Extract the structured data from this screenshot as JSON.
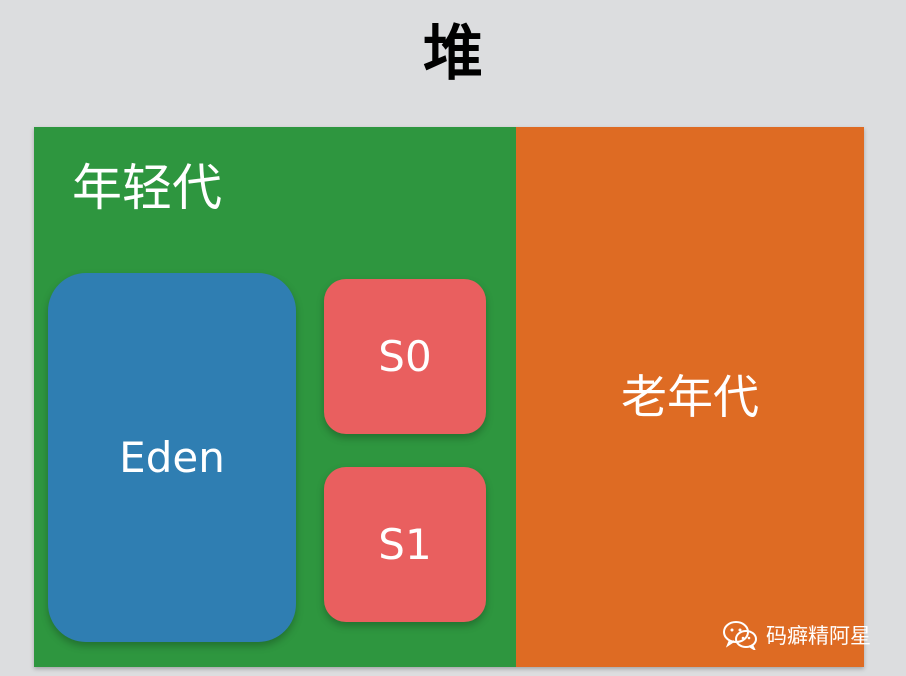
{
  "title": "堆",
  "young_generation": {
    "label": "年轻代",
    "eden_label": "Eden",
    "s0_label": "S0",
    "s1_label": "S1",
    "color": "#2e963f"
  },
  "old_generation": {
    "label": "老年代",
    "color": "#de6b23"
  },
  "watermark": {
    "icon": "wechat-icon",
    "text": "码癖精阿星"
  }
}
